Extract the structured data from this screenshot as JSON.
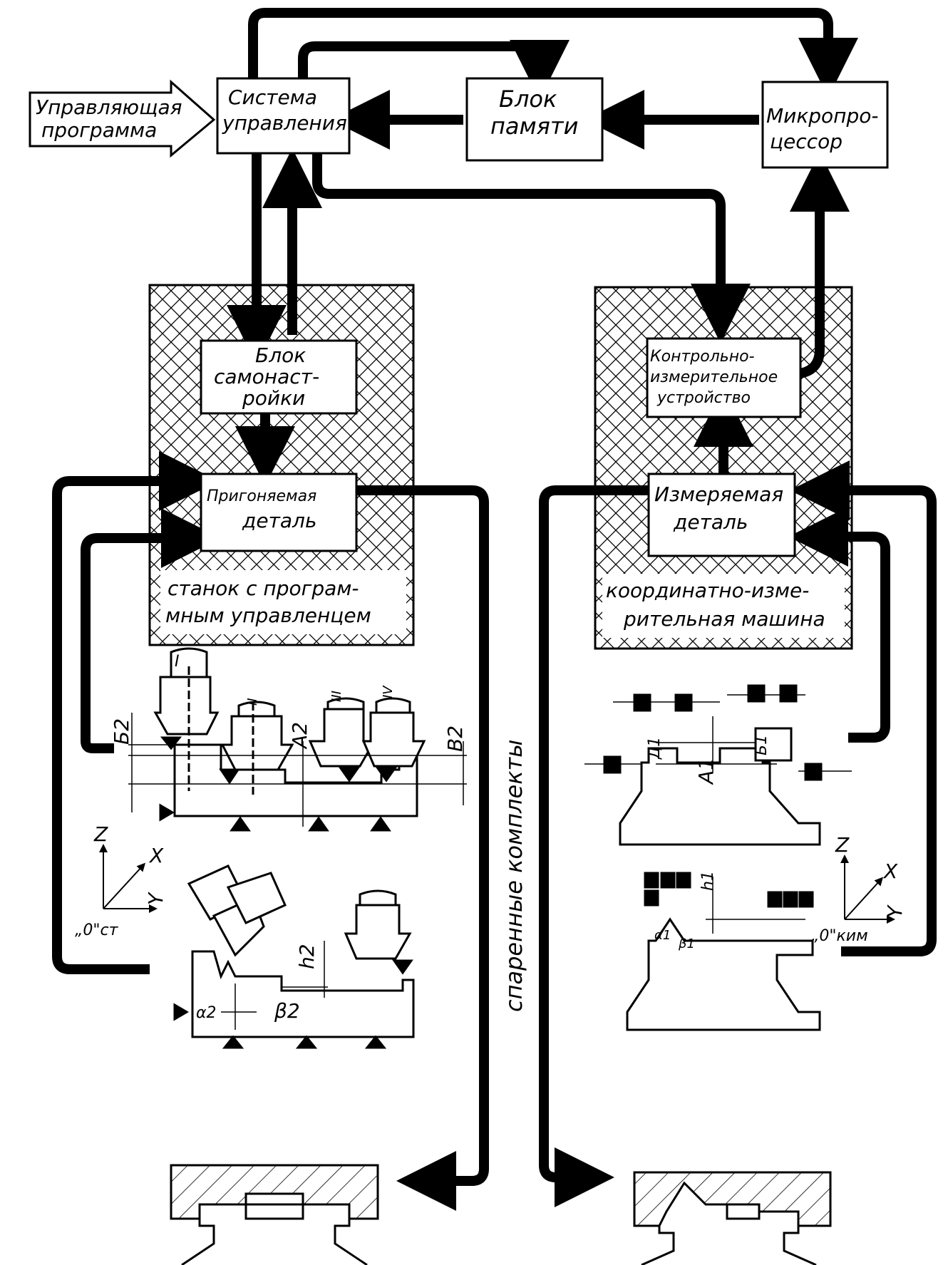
{
  "blocks": {
    "program": [
      "Управляющая",
      "программа"
    ],
    "control_system": [
      "Система",
      "управления"
    ],
    "memory": [
      "Блок",
      "памяти"
    ],
    "microprocessor": [
      "Микропро-",
      "цессор"
    ],
    "self_setup": [
      "Блок",
      "самонаст-",
      "ройки"
    ],
    "fitted_part": [
      "Пригоняемая",
      "деталь"
    ],
    "measuring_device": [
      "Контрольно-",
      "измерительное",
      "устройство"
    ],
    "measured_part": [
      "Измеряемая",
      "деталь"
    ]
  },
  "regions": {
    "cnc_machine": [
      "станок с програм-",
      "мным управленцем"
    ],
    "cmm": [
      "координатно-изме-",
      "рительная машина"
    ]
  },
  "vertical_label": "спаренные комплекты",
  "left_fixture": {
    "tool_marks": [
      "I",
      "II",
      "III",
      "IV"
    ],
    "dims": [
      "Б2",
      "А2",
      "В2",
      "h2",
      "β2",
      "α2"
    ],
    "axes": {
      "z": "Z",
      "x": "X",
      "y": "Y",
      "origin": "„0\"ст"
    }
  },
  "right_fixture": {
    "dims": [
      "Д1",
      "А1",
      "Б1",
      "h1",
      "α1",
      "β1"
    ],
    "axes": {
      "z": "Z",
      "x": "X",
      "y": "Y",
      "origin": "„0\"ким"
    }
  },
  "colors": {
    "line": "#000000",
    "background": "#ffffff"
  }
}
